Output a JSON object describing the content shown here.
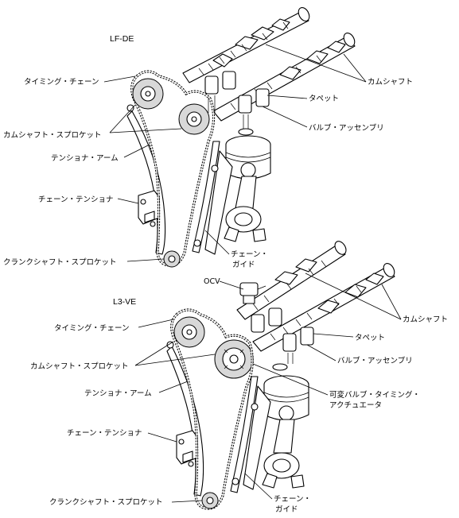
{
  "engines": [
    {
      "model": "LF-DE",
      "labels": {
        "timing_chain": "タイミング・チェーン",
        "camshaft_sprocket": "カムシャフト・スプロケット",
        "tensioner_arm": "テンショナ・アーム",
        "chain_tensioner": "チェーン・テンショナ",
        "crankshaft_sprocket": "クランクシャフト・スプロケット",
        "camshaft": "カムシャフト",
        "tappet": "タペット",
        "valve_assembly": "バルブ・アッセンブリ",
        "chain_guide_line1": "チェーン・",
        "chain_guide_line2": "ガイド"
      }
    },
    {
      "model": "L3-VE",
      "labels": {
        "ocv": "OCV",
        "timing_chain": "タイミング・チェーン",
        "camshaft_sprocket": "カムシャフト・スプロケット",
        "tensioner_arm": "テンショナ・アーム",
        "chain_tensioner": "チェーン・テンショナ",
        "crankshaft_sprocket": "クランクシャフト・スプロケット",
        "camshaft": "カムシャフト",
        "tappet": "タペット",
        "valve_assembly": "バルブ・アッセンブリ",
        "vvt_line1": "可変バルブ・タイミング・",
        "vvt_line2": "アクチュエータ",
        "chain_guide_line1": "チェーン・",
        "chain_guide_line2": "ガイド"
      }
    }
  ]
}
